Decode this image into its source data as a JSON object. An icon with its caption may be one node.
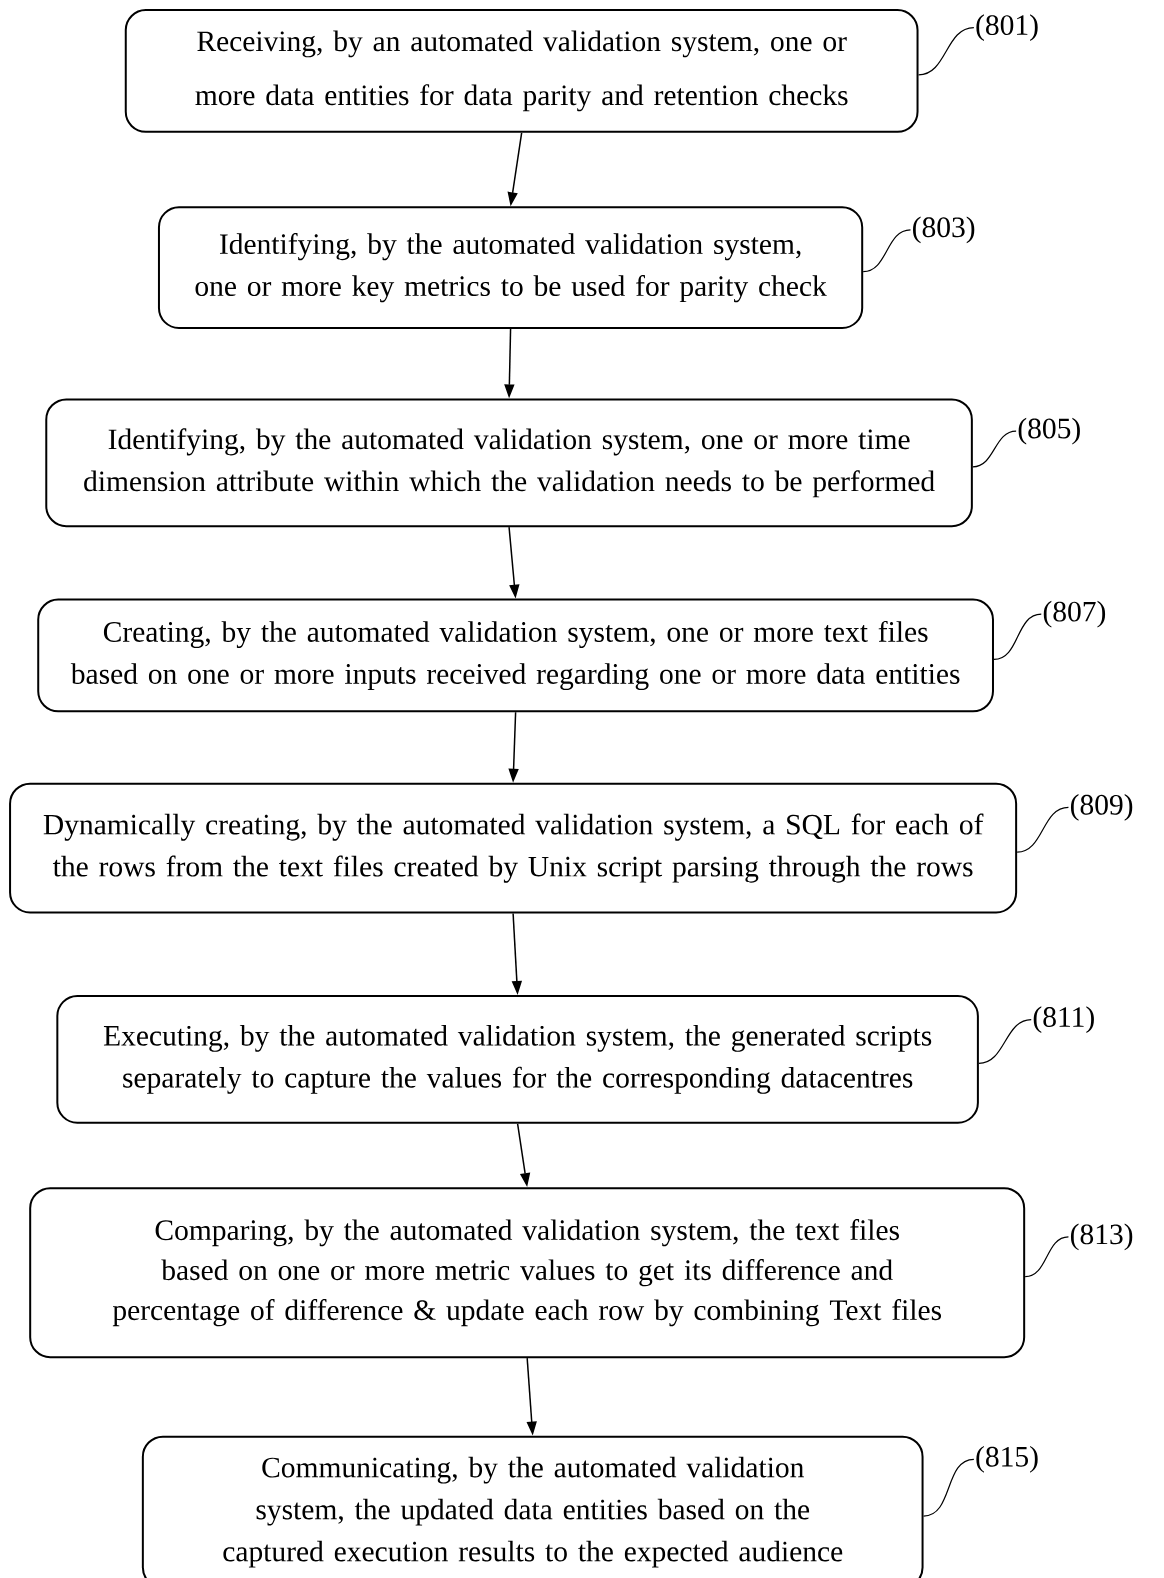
{
  "diagram": {
    "nodes": [
      {
        "text": [
          "Receiving, by an automated validation system, one or more data entities for data parity and retention checks"
        ]
      },
      {
        "text": [
          "(801)"
        ]
      },
      {
        "text": [
          "Identifying, by the automated validation system, one or more key metrics to be used for parity check"
        ]
      },
      {
        "text": [
          "(803)"
        ]
      },
      {
        "text": [
          "Identifying, by the automated validation system, one or more time dimension attribute within which the validation needs to be performed"
        ]
      },
      {
        "text": [
          "(805)"
        ]
      },
      {
        "text": [
          "Creating, by the automated validation system, one or more text files based on one or more inputs received regarding one or more data entities"
        ]
      },
      {
        "text": [
          "(807)"
        ]
      },
      {
        "text": [
          "Dynamically creating, by the automated validation system, a SQL for each of the rows from the text files created by Unix script parsing through the rows"
        ]
      },
      {
        "text": [
          "(809)"
        ]
      },
      {
        "text": [
          "Executing, by the automated validation system, the generated scripts separately to capture the values for the corresponding datacentres"
        ]
      },
      {
        "text": [
          "(811)"
        ]
      },
      {
        "text": [
          "Comparing, by the automated validation system, the text files based on one or more metric values to get its difference and percentage of difference & update each row by combining Text files"
        ]
      },
      {
        "text": [
          "(813)"
        ]
      },
      {
        "text": [
          "Communicating, by the automated validation system, the updated data entities based on the captured execution results to the expected audience"
        ]
      },
      {
        "text": [
          "(815)"
        ]
      }
    ],
    "edges": [
      {
        "from": 0,
        "to": 2,
        "arrow": "to"
      },
      {
        "from": 2,
        "to": 4,
        "arrow": "to"
      },
      {
        "from": 4,
        "to": 6,
        "arrow": "to"
      },
      {
        "from": 6,
        "to": 8,
        "arrow": "to"
      },
      {
        "from": 8,
        "to": 10,
        "arrow": "to"
      },
      {
        "from": 10,
        "to": 12,
        "arrow": "to"
      },
      {
        "from": 12,
        "to": 14,
        "arrow": "to"
      },
      {
        "from": 1,
        "to": 0,
        "arrow": "none"
      },
      {
        "from": 3,
        "to": 2,
        "arrow": "none"
      },
      {
        "from": 5,
        "to": 4,
        "arrow": "none"
      },
      {
        "from": 7,
        "to": 6,
        "arrow": "none"
      },
      {
        "from": 9,
        "to": 8,
        "arrow": "none"
      },
      {
        "from": 11,
        "to": 10,
        "arrow": "none"
      },
      {
        "from": 13,
        "to": 12,
        "arrow": "none"
      },
      {
        "from": 15,
        "to": 14,
        "arrow": "none"
      }
    ]
  }
}
